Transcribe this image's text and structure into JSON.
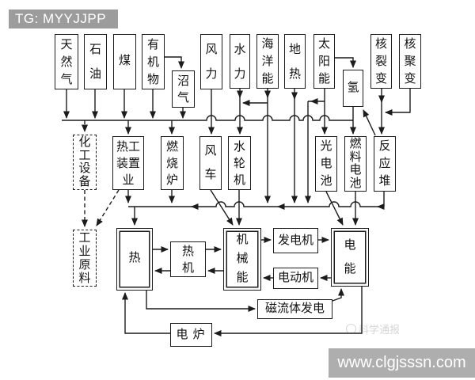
{
  "header_badge": {
    "text": "TG: MYYJJPP",
    "bg": "#9c9c9c"
  },
  "site_badge": {
    "text": "www.clgjsssn.com",
    "bg": "#aeaeae"
  },
  "watermark": {
    "text": "科学通报"
  },
  "nodes": {
    "natural_gas": "天然气",
    "oil": "石油",
    "coal": "煤",
    "organic_matter": "有机物",
    "biogas": "沼气",
    "wind": "风力",
    "hydro": "水力",
    "ocean_energy": "海洋能",
    "geothermal": "地热",
    "solar": "太阳能",
    "hydrogen": "氢",
    "fission": "核裂变",
    "fusion": "核聚变",
    "chemical_equipment": "化工设备",
    "thermal_device": "热工装置业",
    "combustion_furnace": "燃烧炉",
    "windmill": "风车",
    "water_turbine": "水轮机",
    "photocell": "光电池",
    "fuel_cell": "燃料电池",
    "reactor": "反应堆",
    "industrial_materials": "工业原料",
    "heat": "热",
    "heat_engine": "热机",
    "mechanical_energy": "机械能",
    "generator": "发电机",
    "electric_motor": "电动机",
    "electric_energy": "电能",
    "mhd_generation": "磁流体发电",
    "electric_furnace": "电炉"
  },
  "edges": [
    {
      "from": "natural_gas",
      "to": "fuel_bus",
      "style": "solid"
    },
    {
      "from": "oil",
      "to": "fuel_bus",
      "style": "solid"
    },
    {
      "from": "coal",
      "to": "fuel_bus",
      "style": "solid"
    },
    {
      "from": "organic_matter",
      "to": "fuel_bus",
      "style": "solid"
    },
    {
      "from": "organic_matter",
      "to": "biogas",
      "style": "solid"
    },
    {
      "from": "biogas",
      "to": "fuel_bus",
      "style": "solid"
    },
    {
      "from": "hydrogen",
      "to": "fuel_bus",
      "style": "solid"
    },
    {
      "from": "fuel_bus",
      "to": "chemical_equipment",
      "style": "dashed"
    },
    {
      "from": "fuel_bus",
      "to": "thermal_device",
      "style": "solid"
    },
    {
      "from": "fuel_bus",
      "to": "combustion_furnace",
      "style": "solid"
    },
    {
      "from": "wind",
      "to": "windmill",
      "style": "solid"
    },
    {
      "from": "hydro",
      "to": "water_turbine",
      "style": "solid"
    },
    {
      "from": "ocean_energy",
      "to": "water_turbine",
      "style": "solid"
    },
    {
      "from": "ocean_energy",
      "to": "heat_collector",
      "style": "solid"
    },
    {
      "from": "geothermal",
      "to": "heat_collector",
      "style": "solid"
    },
    {
      "from": "solar",
      "to": "photocell",
      "style": "solid"
    },
    {
      "from": "solar",
      "to": "heat_collector",
      "style": "solid"
    },
    {
      "from": "solar",
      "to": "hydrogen",
      "style": "solid"
    },
    {
      "from": "hydrogen",
      "to": "fuel_cell",
      "style": "solid"
    },
    {
      "from": "fission",
      "to": "reactor",
      "style": "solid"
    },
    {
      "from": "fusion",
      "to": "reactor",
      "style": "solid"
    },
    {
      "from": "reactor",
      "to": "hydrogen",
      "style": "solid"
    },
    {
      "from": "reactor",
      "to": "heat_collector",
      "style": "solid"
    },
    {
      "from": "thermal_device",
      "to": "heat_collector",
      "style": "solid"
    },
    {
      "from": "combustion_furnace",
      "to": "heat_collector",
      "style": "solid"
    },
    {
      "from": "heat_collector",
      "to": "heat",
      "style": "solid"
    },
    {
      "from": "windmill",
      "to": "mechanical_energy",
      "style": "solid"
    },
    {
      "from": "water_turbine",
      "to": "mechanical_energy",
      "style": "solid"
    },
    {
      "from": "photocell",
      "to": "electric_energy",
      "style": "solid"
    },
    {
      "from": "fuel_cell",
      "to": "electric_energy",
      "style": "solid"
    },
    {
      "from": "heat",
      "to": "heat_engine",
      "style": "solid"
    },
    {
      "from": "heat_engine",
      "to": "heat",
      "style": "solid"
    },
    {
      "from": "heat_engine",
      "to": "mechanical_energy",
      "style": "solid"
    },
    {
      "from": "mechanical_energy",
      "to": "heat_engine",
      "style": "solid"
    },
    {
      "from": "mechanical_energy",
      "to": "generator",
      "style": "solid"
    },
    {
      "from": "generator",
      "to": "electric_energy",
      "style": "solid"
    },
    {
      "from": "electric_energy",
      "to": "electric_motor",
      "style": "solid"
    },
    {
      "from": "electric_motor",
      "to": "mechanical_energy",
      "style": "solid"
    },
    {
      "from": "heat",
      "to": "mhd_generation",
      "style": "solid"
    },
    {
      "from": "mhd_generation",
      "to": "electric_energy",
      "style": "solid"
    },
    {
      "from": "electric_energy",
      "to": "electric_furnace",
      "style": "solid"
    },
    {
      "from": "electric_furnace",
      "to": "heat",
      "style": "solid"
    },
    {
      "from": "chemical_equipment",
      "to": "industrial_materials",
      "style": "dashed"
    },
    {
      "from": "thermal_device",
      "to": "industrial_materials",
      "style": "dashed"
    }
  ]
}
